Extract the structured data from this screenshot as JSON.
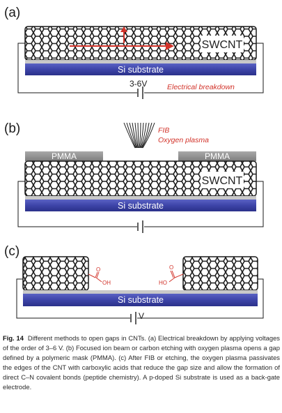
{
  "panels": {
    "a": {
      "label": "(a)",
      "tube_label": "SWCNT",
      "substrate_label": "Si substrate",
      "voltage_label": "3-6V",
      "process_label": "Electrical breakdown"
    },
    "b": {
      "label": "(b)",
      "tube_label": "SWCNT",
      "substrate_label": "Si substrate",
      "mask_left_label": "PMMA",
      "mask_right_label": "PMMA",
      "beam_label_1": "FIB",
      "beam_label_2": "Oxygen plasma"
    },
    "c": {
      "label": "(c)",
      "substrate_label": "Si substrate",
      "voltage_label": "V",
      "left_group": {
        "o": "O",
        "oh": "OH"
      },
      "right_group": {
        "o": "O",
        "ho": "HO"
      }
    }
  },
  "caption": {
    "figure_label": "Fig. 14",
    "text": "Different methods to open gaps in CNTs. (a) Electrical breakdown by applying voltages of the order of 3–6 V. (b) Focused ion beam or carbon etching with oxygen plasma opens a gap defined by a polymeric mask (PMMA). (c) After FIB or etching, the oxygen plasma passivates the edges of the CNT with carboxylic acids that reduce the gap size and allow the formation of direct C–N covalent bonds (peptide chemistry). A p-doped Si substrate is used as a back-gate electrode."
  },
  "colors": {
    "substrate": "#3d44a8",
    "accent_red": "#d2332a",
    "mask": "#8f8f8f",
    "tube_stroke": "#1a1a1a"
  }
}
